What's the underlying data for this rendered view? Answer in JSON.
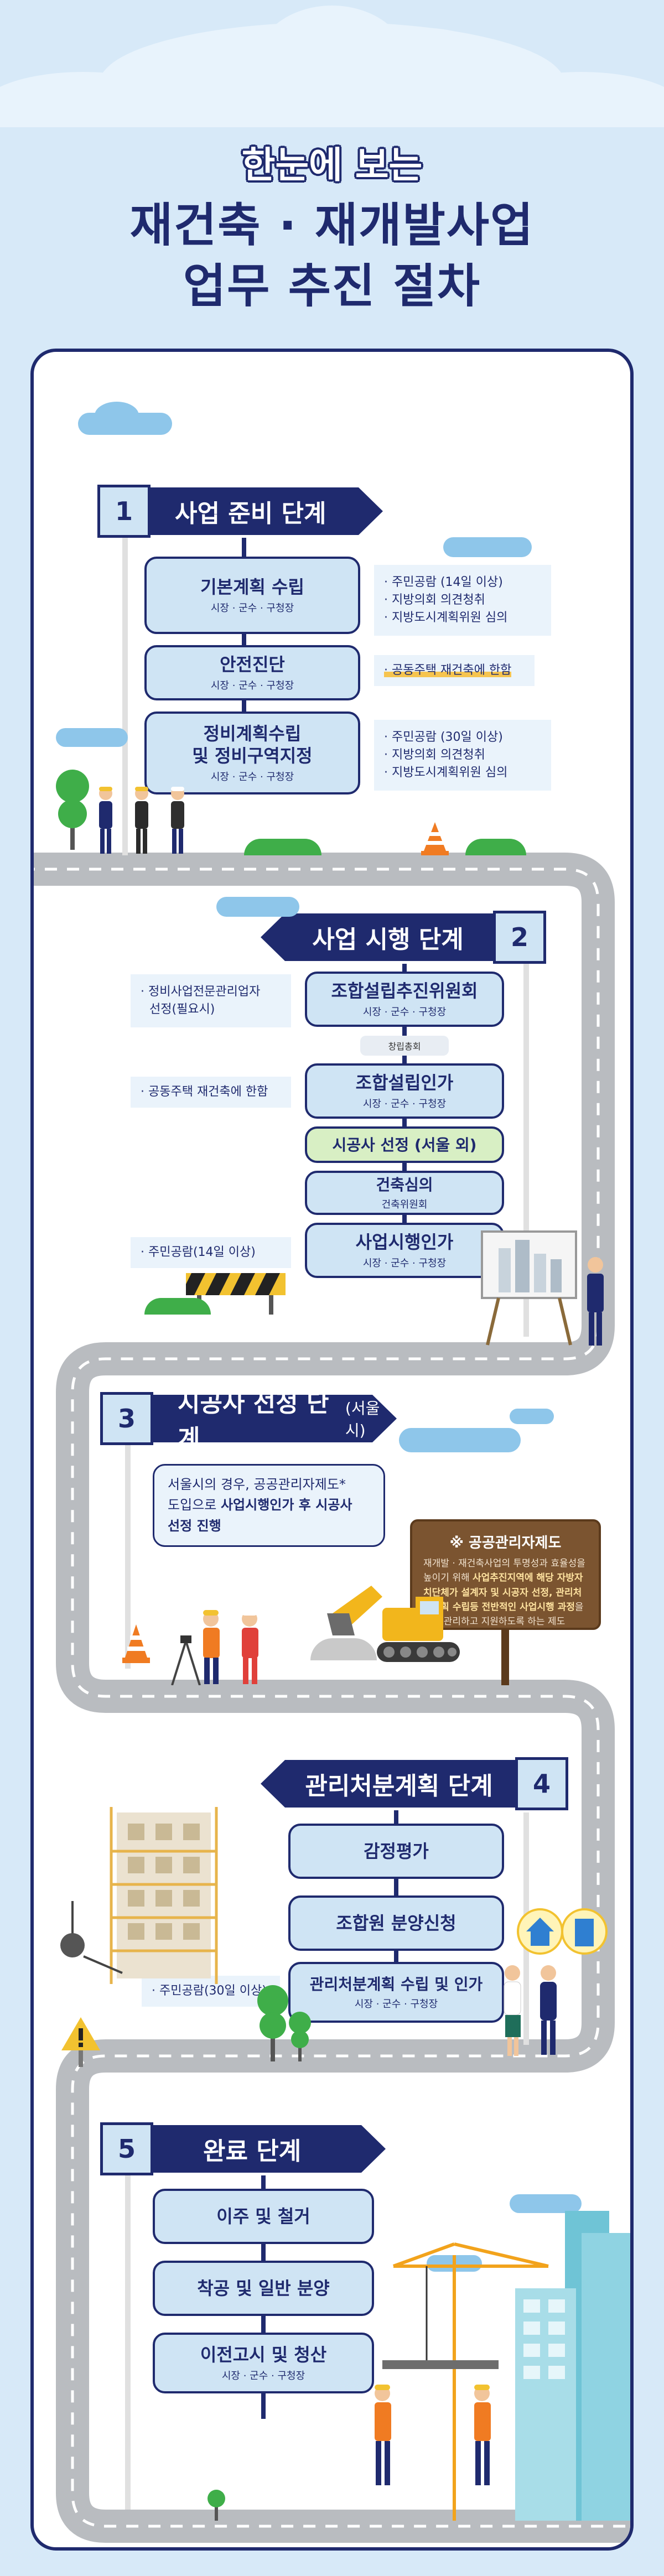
{
  "header": {
    "line1": "한눈에 보는",
    "line2": "재건축 · 재개발사업",
    "line3": "업무 추진 절차"
  },
  "stage1": {
    "number": "1",
    "title": "사업 준비 단계",
    "steps": [
      {
        "main": "기본계획 수립",
        "sub": "시장 · 군수 · 구청장"
      },
      {
        "main": "안전진단",
        "sub": "시장 · 군수 · 구청장"
      },
      {
        "main": "정비계획수립 및 정비구역지정",
        "main1": "정비계획수립",
        "main2": "및 정비구역지정",
        "sub": "시장  ·  군수  ·  구청장"
      }
    ],
    "notes": {
      "n1": [
        "· 주민공람 (14일 이상)",
        "· 지방의회 의견청취",
        "· 지방도시계획위원 심의"
      ],
      "n2": "· 공동주택 재건축에 한함",
      "n3": [
        "· 주민공람 (30일 이상)",
        "· 지방의회 의견청취",
        "· 지방도시계획위원 심의"
      ]
    }
  },
  "stage2": {
    "number": "2",
    "title": "사업 시행 단계",
    "steps": [
      {
        "main": "조합설립추진위원회",
        "sub": "시장 · 군수 · 구청장"
      },
      {
        "main": "조합설립인가",
        "sub": "시장 · 군수 · 구청장"
      },
      {
        "main": "시공사 선정 (서울 외)"
      },
      {
        "main": "건축심의",
        "sub": "건축위원회"
      },
      {
        "main": "사업시행인가",
        "sub": "시장 · 군수 · 구청장"
      }
    ],
    "pill": "창립총회",
    "notes": {
      "n1a": "· 정비사업전문관리업자",
      "n1b": "선정(필요시)",
      "n2": "· 공동주택 재건축에 한함",
      "n3": "· 주민공람(14일 이상)"
    }
  },
  "stage3": {
    "number": "3",
    "title": "시공사 선정 단계",
    "title_small": "(서울시)",
    "desc_l1": "서울시의 경우, 공공관리자제도*",
    "desc_l2a": "도입으로 ",
    "desc_l2b": "사업시행인가 후 시공사",
    "desc_l3": "선정 진행",
    "sign_head": "※ 공공관리자제도",
    "sign_body_1": "재개발 · 재건축사업의 투명성과 효율성을 높이기 위해 ",
    "sign_body_b1": "사업추진지역에 해당 자방자치단체가 설계자 및 시공자 선정, 관리처분계획 수립등 전반적인 사업시행 과정",
    "sign_body_2": "을 직접 관리하고 지원하도록 하는 제도"
  },
  "stage4": {
    "number": "4",
    "title": "관리처분계획 단계",
    "steps": [
      {
        "main": "감정평가"
      },
      {
        "main": "조합원 분양신청"
      },
      {
        "main": "관리처분계획 수립 및 인가",
        "sub": "시장 · 군수 · 구청장"
      }
    ],
    "note": "· 주민공람(30일 이상)"
  },
  "stage5": {
    "number": "5",
    "title": "완료 단계",
    "steps": [
      {
        "main": "이주 및 철거"
      },
      {
        "main": "착공 및 일반 분양"
      },
      {
        "main": "이전고시 및 청산",
        "sub": "시장  ·  군수  ·  구청장"
      }
    ]
  },
  "colors": {
    "navy": "#1f2a6e",
    "box_blue": "#cfe4f4",
    "box_green": "#d8efc4",
    "page_bg": "#d7e9f8",
    "highlight": "#f6c44f"
  },
  "icons": [
    "cloud-icon",
    "tree-icon",
    "traffic-cone-icon",
    "worker-icon",
    "excavator-icon",
    "warning-sign-icon",
    "crane-icon",
    "building-icon",
    "presentation-board-icon",
    "house-pin-icon"
  ]
}
